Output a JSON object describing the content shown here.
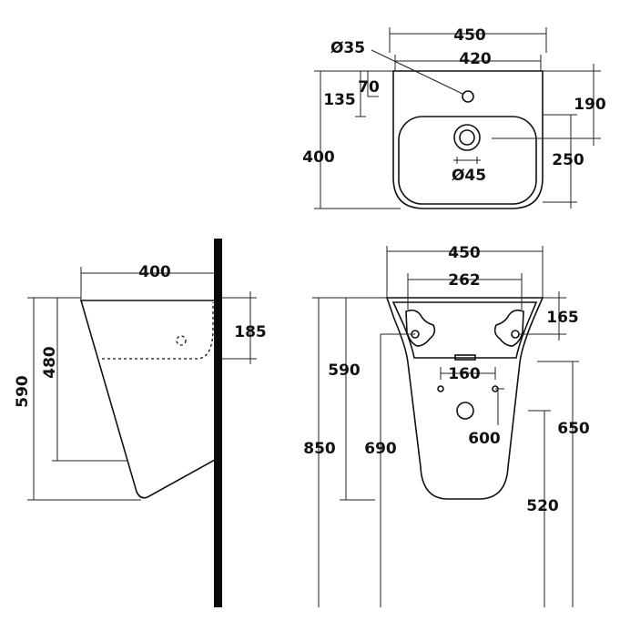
{
  "top_view": {
    "overall_width": "450",
    "inner_width": "420",
    "tap_hole": "Ø35",
    "tap_offset": "70",
    "rim_depth": "135",
    "depth": "400",
    "tap_to_waste": "190",
    "bowl_depth": "250",
    "waste": "Ø45"
  },
  "side_view": {
    "projection": "400",
    "overflow_height": "185",
    "height": "590",
    "bowl_height": "480"
  },
  "front_view": {
    "overall_width": "450",
    "fixing_centres": "262",
    "fixing_height": "165",
    "waste_centres": "160",
    "height_left": "590",
    "rim_height": "850",
    "fixing_floor": "690",
    "waste_floor": "600",
    "outlet_floor": "650",
    "bottom_floor": "520"
  },
  "colors": {
    "line": "#111111",
    "wall": "#0a0a0a",
    "background": "#ffffff"
  }
}
